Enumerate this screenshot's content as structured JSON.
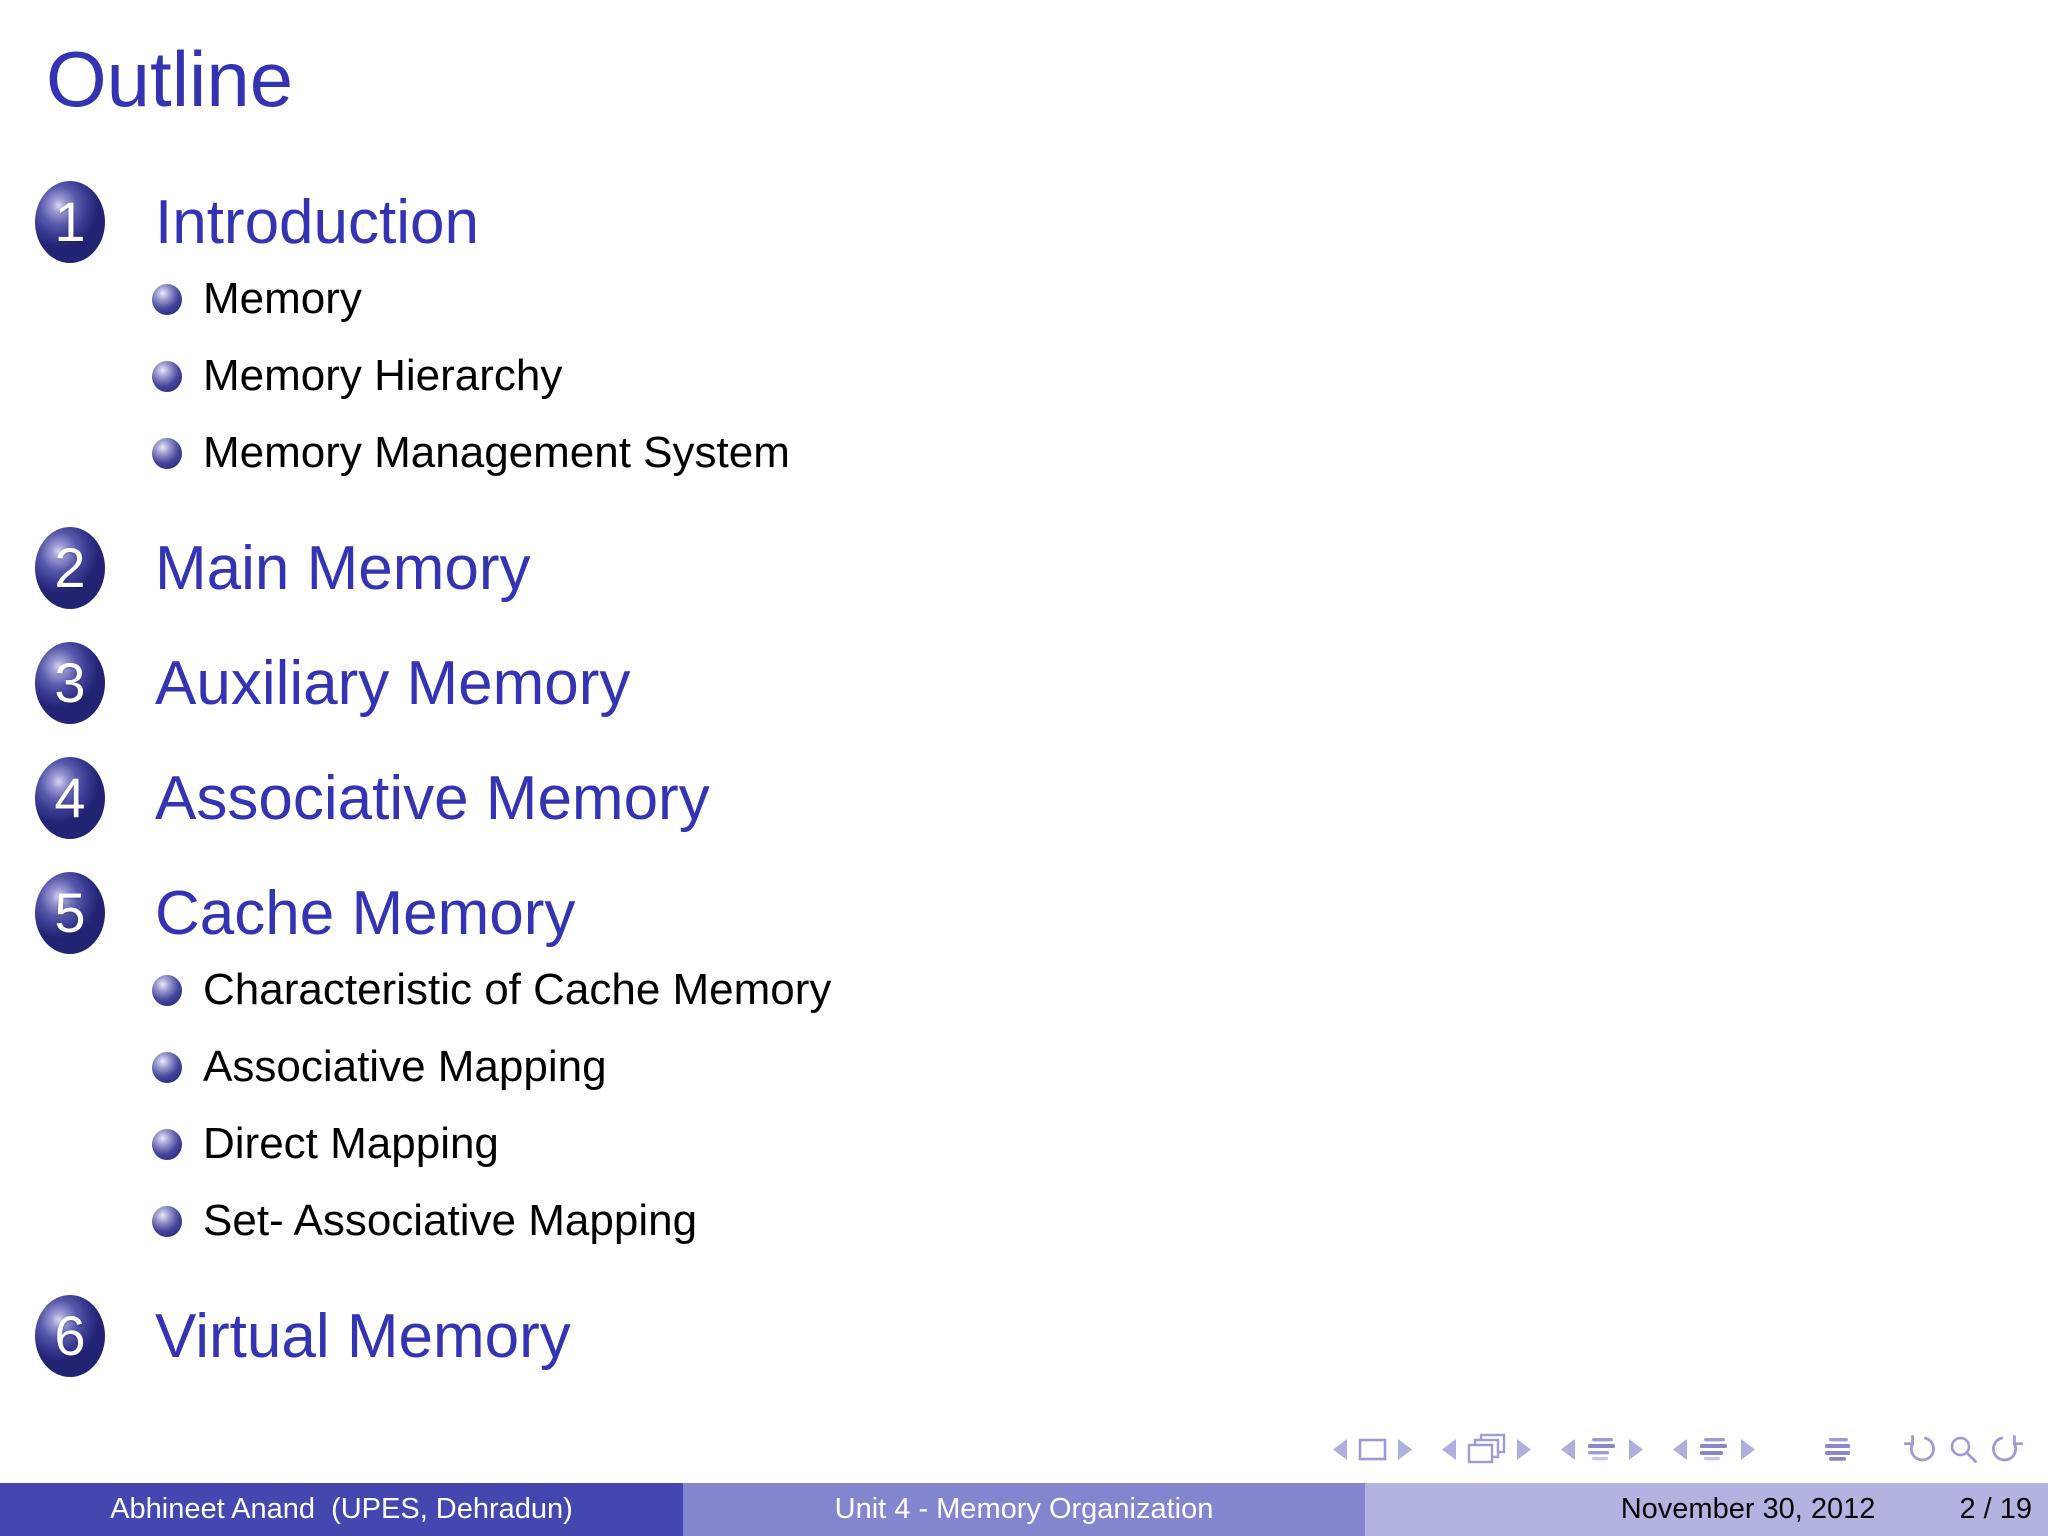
{
  "title": "Outline",
  "toc": [
    {
      "number": "1",
      "label": "Introduction",
      "children": [
        "Memory",
        "Memory Hierarchy",
        "Memory Management System"
      ]
    },
    {
      "number": "2",
      "label": "Main Memory",
      "children": []
    },
    {
      "number": "3",
      "label": "Auxiliary Memory",
      "children": []
    },
    {
      "number": "4",
      "label": "Associative Memory",
      "children": []
    },
    {
      "number": "5",
      "label": "Cache Memory",
      "children": [
        "Characteristic of Cache Memory",
        "Associative Mapping",
        "Direct Mapping",
        "Set- Associative Mapping"
      ]
    },
    {
      "number": "6",
      "label": "Virtual Memory",
      "children": []
    }
  ],
  "footer": {
    "author": "Abhineet Anand  (UPES, Dehradun)",
    "course": "Unit 4 - Memory Organization",
    "date": "November 30, 2012",
    "page": "2 / 19"
  },
  "nav_icons": [
    "prev-slide",
    "slide",
    "next-slide",
    "prev-frame",
    "frames",
    "next-frame",
    "prev-subsection",
    "subsection",
    "next-subsection",
    "prev-section",
    "section",
    "next-section",
    "appendix",
    "go-back",
    "find",
    "go-forward"
  ],
  "colors": {
    "structure": "#3333b3",
    "footer_left_bg": "#4547b1",
    "footer_mid_bg": "#8385cf",
    "footer_right_bg": "#b2b3e0"
  }
}
